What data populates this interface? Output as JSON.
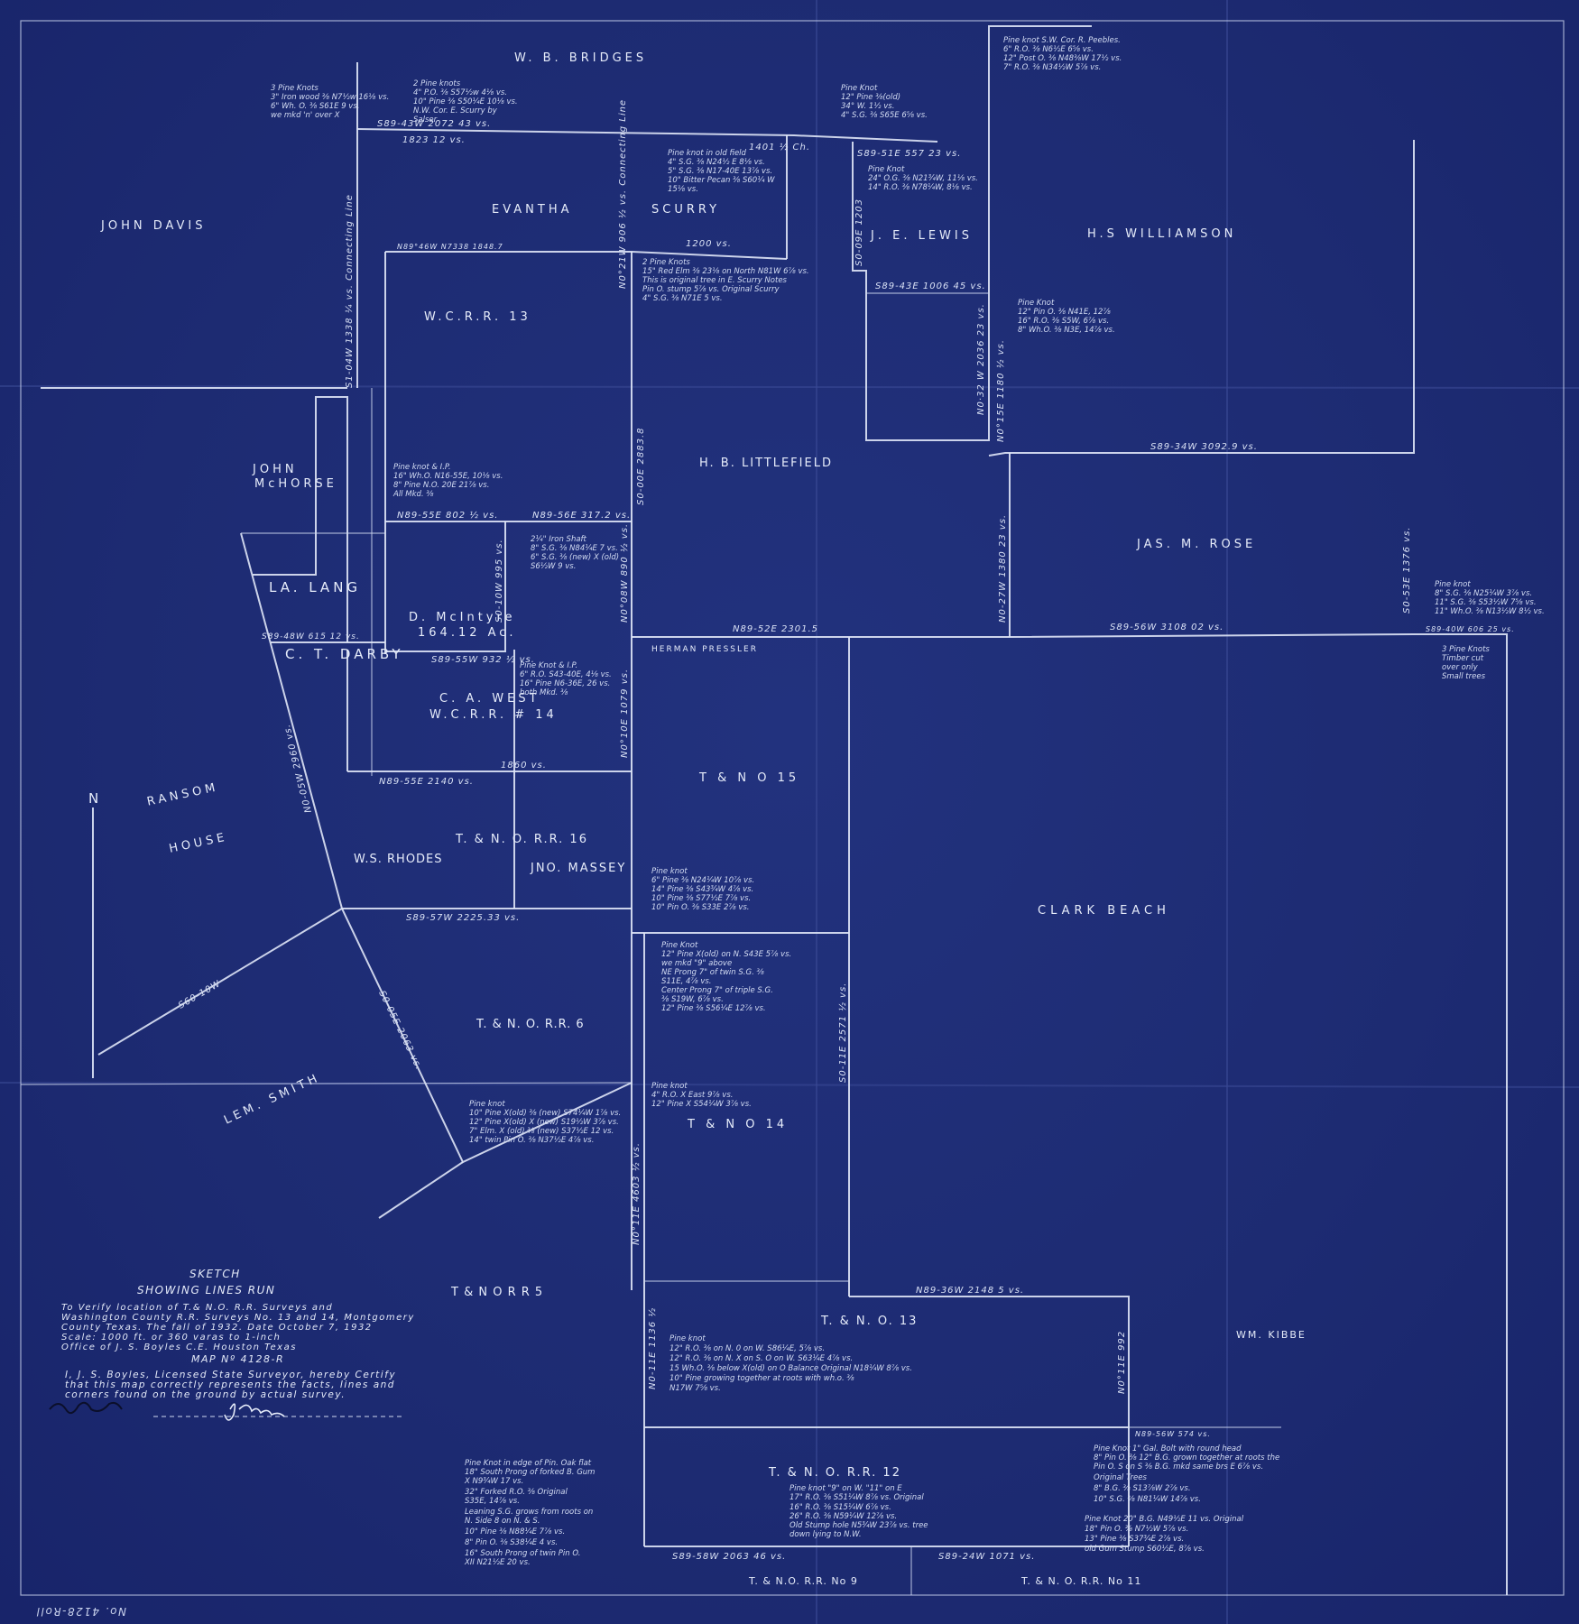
{
  "colors": {
    "paper": "#1d2b72",
    "ink": "#dfe6f7"
  },
  "tracts": [
    "W. B. BRIDGES",
    "JOHN DAVIS",
    "EVANTHA",
    "SCURRY",
    "J. E. LEWIS",
    "H.S WILLIAMSON",
    "W.C.R.R. 13",
    "H. B. LITTLEFIELD",
    "JOHN",
    "McHORSE",
    "LA. LANG",
    "C. T. DARBY",
    "D. McIntyre",
    "164.12 Ac.",
    "C. A. WEST",
    "W.C.R.R. # 14",
    "JAS. M. ROSE",
    "RANSOM",
    "HOUSE",
    "N",
    "T & N O 15",
    "W.S. RHODES",
    "T. & N. O. R.R. 16",
    "JNO. MASSEY",
    "CLARK BEACH",
    "T. & N. O. R.R. 6",
    "LEM. SMITH",
    "T & N O 14",
    "T & N O R R 5",
    "T. & N. O. 13",
    "WM. KIBBE",
    "T. & N. O. R.R. 12",
    "T. & N.O. R.R. No 9",
    "T. & N. O. R.R. No 11",
    "HERMAN PRESSLER"
  ],
  "bearings": [
    "S89-43W 2072 43 vs.",
    "1823 12 vs.",
    "1401 ½ Ch.",
    "S89-51E 557 23 vs.",
    "N89°46W N7338 1848.7",
    "1200 vs.",
    "S89-43E 1006 45 vs.",
    "S89-34W 3092.9 vs.",
    "S89-56W 3108 02 vs.",
    "N89-52E 2301.5",
    "S89-40W 606 25 vs.",
    "N89-55E 802 ½ vs.",
    "N89-56E 317.2 vs.",
    "S89-55W 932 ½ vs.",
    "S89-48W 615 12 vs.",
    "N89-55E 2140 vs.",
    "1860 vs.",
    "S89-57W 2225.33 vs.",
    "S60-10W",
    "N89-36W 2148 5 vs.",
    "S89-58W 2063 46 vs.",
    "S89-24W 1071 vs.",
    "N89-56W 574 vs.",
    "S1-04W 1338 ¼ vs. Connecting Line",
    "N0°21W 906 ½ vs. Connecting Line",
    "N0·32 W 2036 23 vs.",
    "S0-09E 1203",
    "N0°15E 1180 ½ vs.",
    "N0-27W 1380 23 vs.",
    "S0-53E 1376 vs.",
    "N0°08W 890 ½ vs.",
    "N0°10E 1079 vs.",
    "S0-00E 2883.8",
    "N0°11E 4603 ½ vs.",
    "S0-11E 2571 ½ vs.",
    "S0-05E 2063 vs.",
    "N0-11E 1136 ½",
    "N0°11E 992",
    "N0-05W 2960 vs.",
    "S0-10W 995 vs."
  ],
  "notes": [
    [
      "3 Pine Knots",
      "3\" Iron wood ⅜ N7½w 16⅛ vs.",
      "6\" Wh. O. ⅜ S61E 9 vs.",
      "we mkd 'n' over X"
    ],
    [
      "2 Pine knots",
      "4\" P.O. ⅜ S57½w 4⅛ vs.",
      "10\" Pine ⅜ S50¼E 10⅛ vs.",
      "N.W. Cor. E. Scurry by",
      "Salser"
    ],
    [
      "Pine Knot",
      "12\" Pine ⅜(old)",
      "34° W. 1½ vs.",
      "4\" S.G. ⅜ S65E 6⅝ vs."
    ],
    [
      "Pine knot in old field",
      "4\" S.G. ⅜ N24½ E 8⅛ vs.",
      "5\" S.G. ⅜ N17-40E 13⅞ vs.",
      "10\" Bitter Pecan ⅜ S60¼ W",
      "15⅛ vs."
    ],
    [
      "Pine Knot",
      "24\" O.G. ⅜ N21¾W, 11⅛ vs.",
      "14\" R.O. ⅜ N78¼W, 8⅛ vs."
    ],
    [
      "Pine knot S.W. Cor. R. Peebles.",
      "6\" R.O. ⅜ N6½E 6⅝ vs.",
      "12\" Post O. ⅜ N48⅜W 17½ vs.",
      "7\" R.O. ⅜ N34½W 5⅞ vs."
    ],
    [
      "2 Pine Knots",
      "15\" Red Elm ⅜ 23⅛ on North N81W 6⅞ vs.",
      "This is original tree in E. Scurry Notes",
      "Pin O. stump 5⅞ vs. Original Scurry",
      "4\" S.G. ⅜ N71E 5 vs."
    ],
    [
      "Pine Knot",
      "12\" Pin O. ⅜ N41E, 12⅞",
      "16\" R.O. ⅜ S5W, 6⅞ vs.",
      "8\" Wh.O. ⅜ N3E, 14⅞ vs."
    ],
    [
      "Pine knot & I.P.",
      "16\" Wh.O. N16-55E, 10⅛ vs.",
      "8\" Pine N.O. 20E 21⅞ vs.",
      "All Mkd. ⅜"
    ],
    [
      "2¼\" Iron Shaft",
      "8\" S.G. ⅜ N84¼E 7 vs.",
      "6\" S.G. ⅜ (new) X (old)",
      "S6½W 9 vs."
    ],
    [
      "Pine Knot & I.P.",
      "6\" R.O. S43-40E, 4⅛ vs.",
      "16\" Pine N6-36E, 26 vs.",
      "both Mkd. ⅜"
    ],
    [
      "Pine knot",
      "8\" S.G. ⅜ N25¼W 3⅞ vs.",
      "11\" S.G. ⅜ S53½W 7⅝ vs.",
      "11\" Wh.O. ⅜ N13½W 8½ vs."
    ],
    [
      "3 Pine Knots",
      "Timber cut",
      "over only",
      "Small trees"
    ],
    [
      "Pine Knot 1\" Gal. Bolt with round head",
      "8\" Pin O. ⅜ 12\" B.G. grown together at roots the",
      "Pin O. S on S ⅜ B.G. mkd same brs E 6⅞ vs.",
      "Original Trees",
      "8\" B.G. ⅜ S13⅞W 2⅞ vs.",
      "10\" S.G. ⅜ N81¼W 14⅞ vs."
    ],
    [
      "Pine knot \"9\" on W. \"11\" on E",
      "17\" R.O. ⅜ S51¼W 8⅞ vs. Original",
      "16\" R.O. ⅜ S15¼W 6⅞ vs.",
      "26\" R.O. ⅜ N59¼W 12⅞ vs.",
      "Old Stump hole N5¾W 23⅞ vs. tree",
      "down lying to N.W."
    ],
    [
      "Pine Knot in edge of Pin. Oak flat",
      "18\" South Prong of forked B. Gum",
      "X N9¾W 17 vs.",
      "32\" Forked R.O. ⅜ Original",
      "S35E, 14⅞ vs.",
      "Leaning S.G. grows from roots on",
      "N. Side 8 on N. & S.",
      "10\" Pine ⅜ N88¼E 7⅞ vs.",
      "8\" Pin O. ⅜ S38¼E 4 vs.",
      "16\" South Prong of twin Pin O.",
      "XII N21½E 20 vs."
    ],
    [
      "Pine Knot 20\" B.G. N49½E 11 vs. Original",
      "18\" Pin O. ⅜ N7½W 5⅞ vs.",
      "13\" Pine ⅜ S37¾E 2⅞ vs.",
      "old Gum Stump S60½E, 8⅞ vs."
    ],
    [
      "Pine knot",
      "12\" R.O. ⅜ on N. 0 on W. S86¼E, 5⅞ vs.",
      "12\" R.O. ⅜ on N. X on S. O on W. S63¼E 4⅞ vs.",
      "15 Wh.O. ⅜ below X(old) on O Balance Original N18¼W 8⅞ vs.",
      "10\" Pine growing together at roots with wh.o. ⅜",
      "N17W 7⅝ vs."
    ],
    [
      "Pine Knot",
      "12\" Pine X(old) on N. S43E 5⅞ vs.",
      "we mkd \"9\" above",
      "NE Prong 7\" of twin S.G. ⅜",
      "S11E, 4⅞ vs.",
      "Center Prong 7\" of triple S.G.",
      "⅜ S19W, 6⅞ vs.",
      "12\" Pine ⅜ S56¼E 12⅞ vs."
    ],
    [
      "Pine knot",
      "4\" R.O. X East 9⅞ vs.",
      "12\" Pine X S54¼W 3⅞ vs."
    ],
    [
      "Pine knot",
      "10\" Pine X(old) ⅜ (new) S74¼W 1⅞ vs.",
      "12\" Pine X(old) X (new) S19½W 3⅞ vs.",
      "7\" Elm. X (old) ⅜ (new) S37½E 12 vs.",
      "14\" twin Pin O. ⅜ N37½E 4⅞ vs."
    ],
    [
      "Pine knot",
      "6\" Pine ⅜ N24¼W 10⅞ vs.",
      "14\" Pine ⅜ S43¾W 4⅞ vs.",
      "10\" Pine ⅜ S77½E 7⅞ vs.",
      "10\" Pin O. ⅜ S33E 2⅞ vs."
    ]
  ],
  "title_block": {
    "title": "SKETCH",
    "subtitle": "SHOWING LINES RUN",
    "lines": [
      "To Verify location of T.& N.O. R.R. Surveys and",
      "Washington County R.R. Surveys No. 13 and 14, Montgomery",
      "County Texas. The fall of 1932. Date October 7, 1932",
      "Scale: 1000 ft. or 360 varas to 1-inch",
      "Office of J. S. Boyles C.E. Houston Texas"
    ],
    "map_no": "MAP Nº 4128-R",
    "certification": [
      "I, J. S. Boyles, Licensed State Surveyor, hereby Certify",
      "that this map correctly represents the facts, lines and",
      "corners found on the ground by actual survey."
    ],
    "signature": "JSBoyles"
  },
  "stamp": "No. 4128-Roll"
}
